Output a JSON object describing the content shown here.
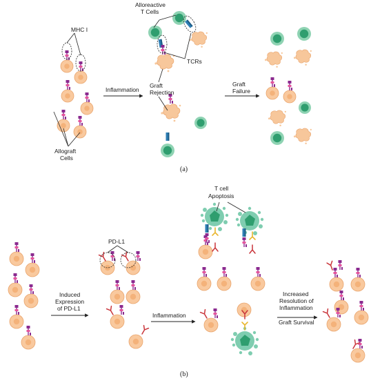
{
  "colors": {
    "graft_cell_fill": "#f9c99e",
    "graft_cell_stroke": "#e9a46c",
    "graft_nucleus": "#f4b27a",
    "tcell_fill": "#8fd3b3",
    "tcell_nucleus": "#2f9e6f",
    "damaged_cell": "#f7c79b",
    "mhc_purple": "#8b2a8f",
    "mhc_pink": "#e5559d",
    "tcr_blue": "#2f7fb5",
    "pdl1_red": "#c9343a",
    "pd1_yellow": "#e8b62c",
    "apoptotic_green": "#7fcdb0",
    "arrow": "#222222"
  },
  "panel_a": {
    "label_mhc": "MHC I",
    "label_alloreactive_line1": "Alloreactive",
    "label_alloreactive_line2": "T Cells",
    "label_tcrs": "TCRs",
    "label_inflammation": "Inflammation",
    "label_graft_rejection_line1": "Graft",
    "label_graft_rejection_line2": "Rejection",
    "label_graft_failure_line1": "Graft",
    "label_graft_failure_line2": "Failure",
    "label_allograft_line1": "Allograft",
    "label_allograft_line2": "Cells",
    "caption": "(a)"
  },
  "panel_b": {
    "label_pdl1": "PD-L1",
    "label_apoptosis_line1": "T cell",
    "label_apoptosis_line2": "Apoptosis",
    "label_induced_line1": "Induced",
    "label_induced_line2": "Expression",
    "label_induced_line3": "of PD-L1",
    "label_inflammation": "Inflammation",
    "label_resolution_line1": "Increased",
    "label_resolution_line2": "Resolution of",
    "label_resolution_line3": "Inflammation",
    "label_graft_survival": "Graft Survival",
    "caption": "(b)"
  }
}
